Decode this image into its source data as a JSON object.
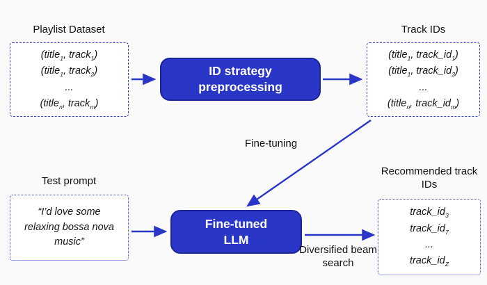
{
  "colors": {
    "accent_blue": "#2a36c8",
    "box_border_blue": "#3240c4",
    "bluebox_fill": "#2a36c8",
    "bluebox_border": "#1b2496",
    "background": "#fafafa"
  },
  "playlist_dataset": {
    "label": "Playlist Dataset",
    "lines": [
      "(title~1~, track~1~)",
      "(title~1~, track~2~)",
      "...",
      "(title~n~, track~m~)"
    ]
  },
  "preprocessing_box": {
    "line1": "ID strategy",
    "line2": "preprocessing"
  },
  "track_ids": {
    "label": "Track IDs",
    "lines": [
      "(title~1~, track_id~1~)",
      "(title~1~, track_id~2~)",
      "...",
      "(title~n~, track_id~m~)"
    ]
  },
  "fine_tuning_arrow_label": "Fine-tuning",
  "test_prompt": {
    "label": "Test prompt",
    "text": "“I’d love some relaxing bossa nova music”"
  },
  "llm_box": {
    "line1": "Fine-tuned",
    "line2": "LLM"
  },
  "beam_search_arrow_label": "Diversified beam search",
  "recommended": {
    "label": "Recommended track IDs",
    "lines": [
      "track_id~3~",
      "track_id~7~",
      "...",
      "track_id~Z~"
    ]
  }
}
